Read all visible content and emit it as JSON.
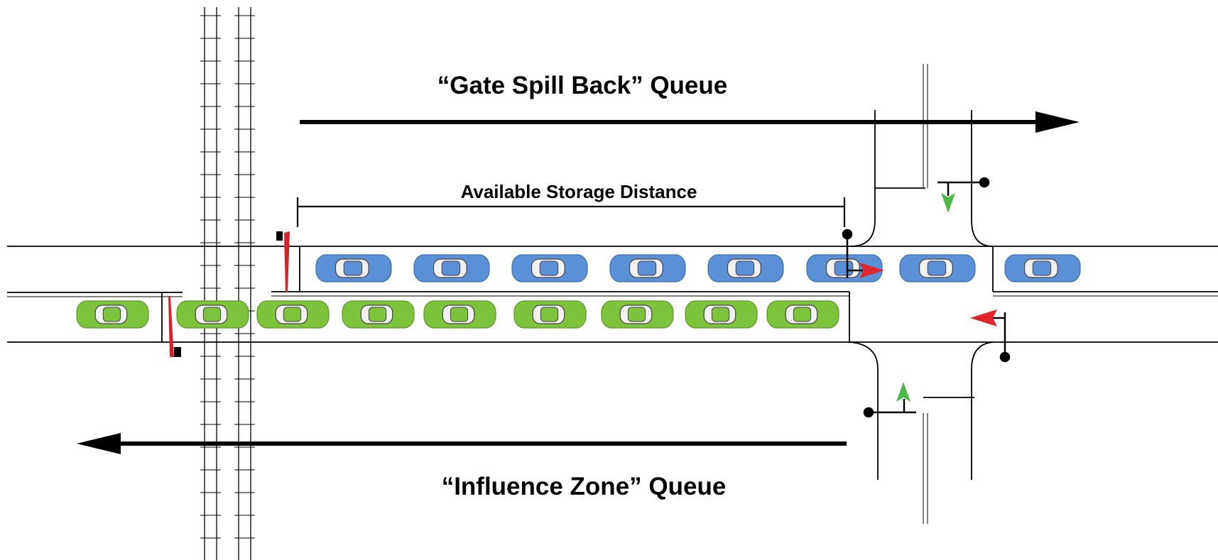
{
  "labels": {
    "top_title": "“Gate Spill Back” Queue",
    "storage": "Available Storage Distance",
    "bottom_title": "“Influence Zone” Queue"
  },
  "colors": {
    "blue_car": "#5b8fd6",
    "blue_car_dark": "#3d6eb0",
    "green_car": "#7dc33b",
    "green_car_dark": "#5a9a26",
    "red_arrow": "#e0262c",
    "green_arrow": "#4cb848",
    "gate_arm": "#d8222a"
  },
  "icons": {
    "blue_car": "car-icon",
    "green_car": "car-icon",
    "gate": "crossing-gate-icon",
    "signal": "traffic-signal-icon"
  }
}
